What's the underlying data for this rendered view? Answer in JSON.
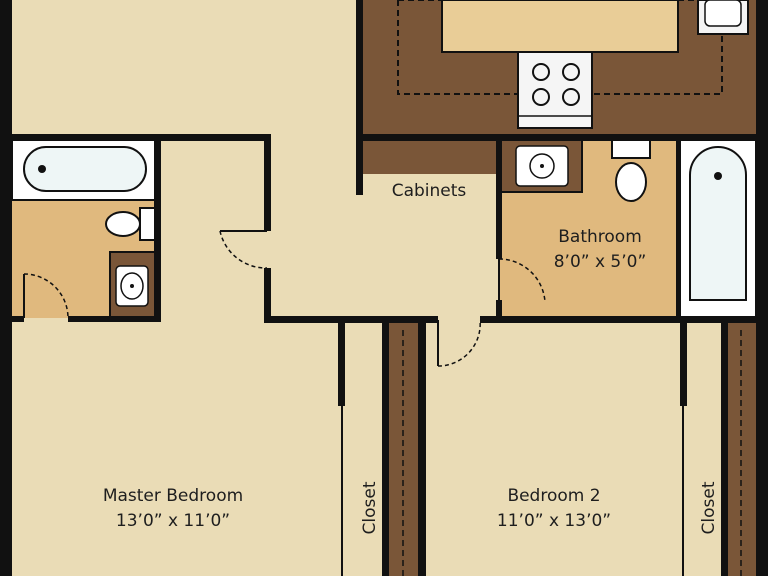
{
  "rooms": {
    "master_bedroom": {
      "name": "Master Bedroom",
      "dims": "13’0” x 11’0”"
    },
    "bedroom_2": {
      "name": "Bedroom 2",
      "dims": "11’0” x 13’0”"
    },
    "bathroom": {
      "name": "Bathroom",
      "dims": "8’0” x 5’0”"
    }
  },
  "labels": {
    "cabinets": "Cabinets",
    "closet_left": "Closet",
    "closet_right": "Closet"
  },
  "colors": {
    "floor": "#eadcb6",
    "bath_floor": "#e0b97e",
    "wood": "#7a5638",
    "walls": "#111111",
    "tub": "#eef6f6"
  }
}
